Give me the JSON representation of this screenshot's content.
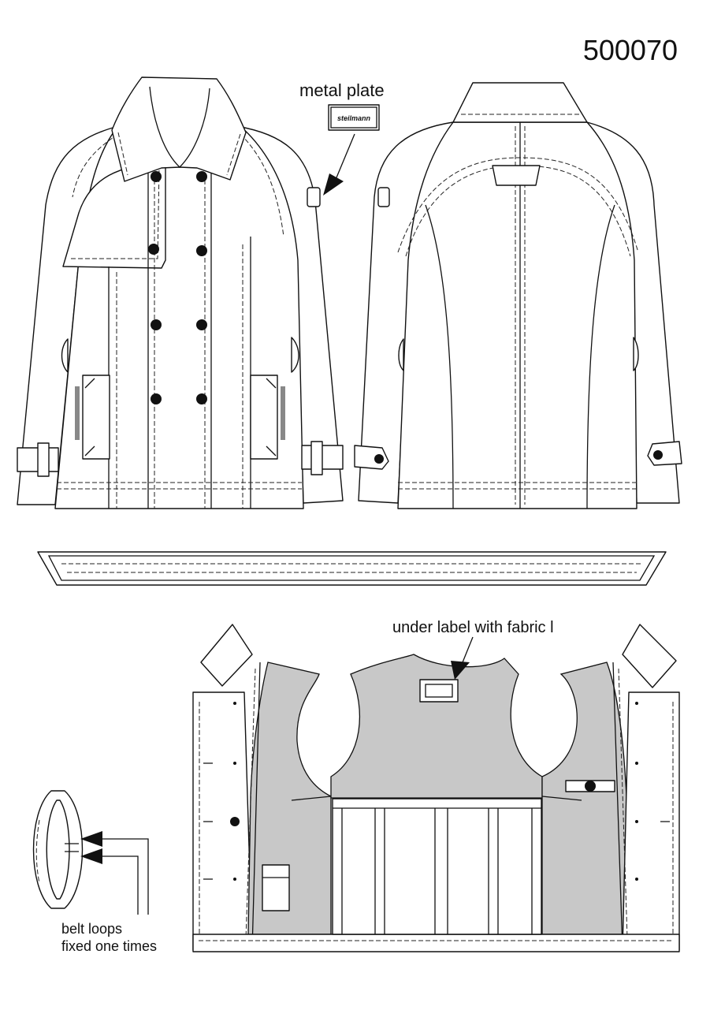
{
  "sheet": {
    "article_number": "500070",
    "callouts": {
      "metal_plate": "metal plate",
      "plate_brand": "steilmann",
      "under_label": "under label with fabric l",
      "belt_loops_line1": "belt loops",
      "belt_loops_line2": "fixed one times"
    }
  },
  "colors": {
    "line": "#111111",
    "lining": "#c8c8c8",
    "pocket_flap_stripe": "#888888",
    "background": "#ffffff"
  },
  "icons": [
    "arrow-icon",
    "button-icon",
    "metal-plate-icon"
  ]
}
